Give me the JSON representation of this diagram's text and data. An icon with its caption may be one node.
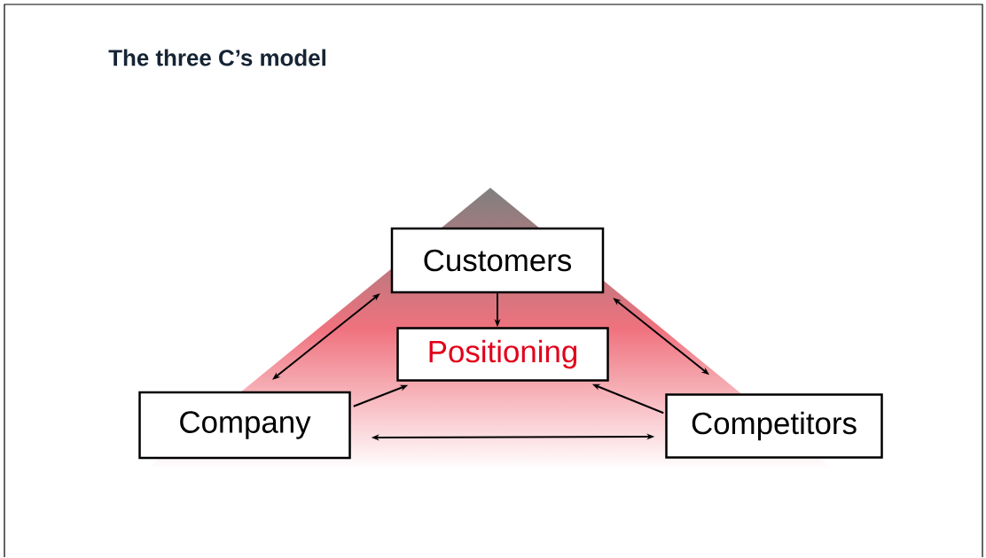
{
  "diagram": {
    "title": "The three C’s model",
    "nodes": [
      {
        "text": [
          "Customers"
        ]
      },
      {
        "text": [
          "Positioning"
        ]
      },
      {
        "text": [
          "Company"
        ]
      },
      {
        "text": [
          "Competitors"
        ]
      }
    ],
    "edges": [
      {
        "from": 0,
        "to": 1,
        "arrow": "to"
      },
      {
        "from": 2,
        "to": 1,
        "arrow": "to"
      },
      {
        "from": 3,
        "to": 1,
        "arrow": "to"
      },
      {
        "from": 2,
        "to": 3,
        "arrow": "both"
      },
      {
        "from": 0,
        "to": 2,
        "arrow": "both"
      },
      {
        "from": 0,
        "to": 3,
        "arrow": "both"
      }
    ]
  }
}
